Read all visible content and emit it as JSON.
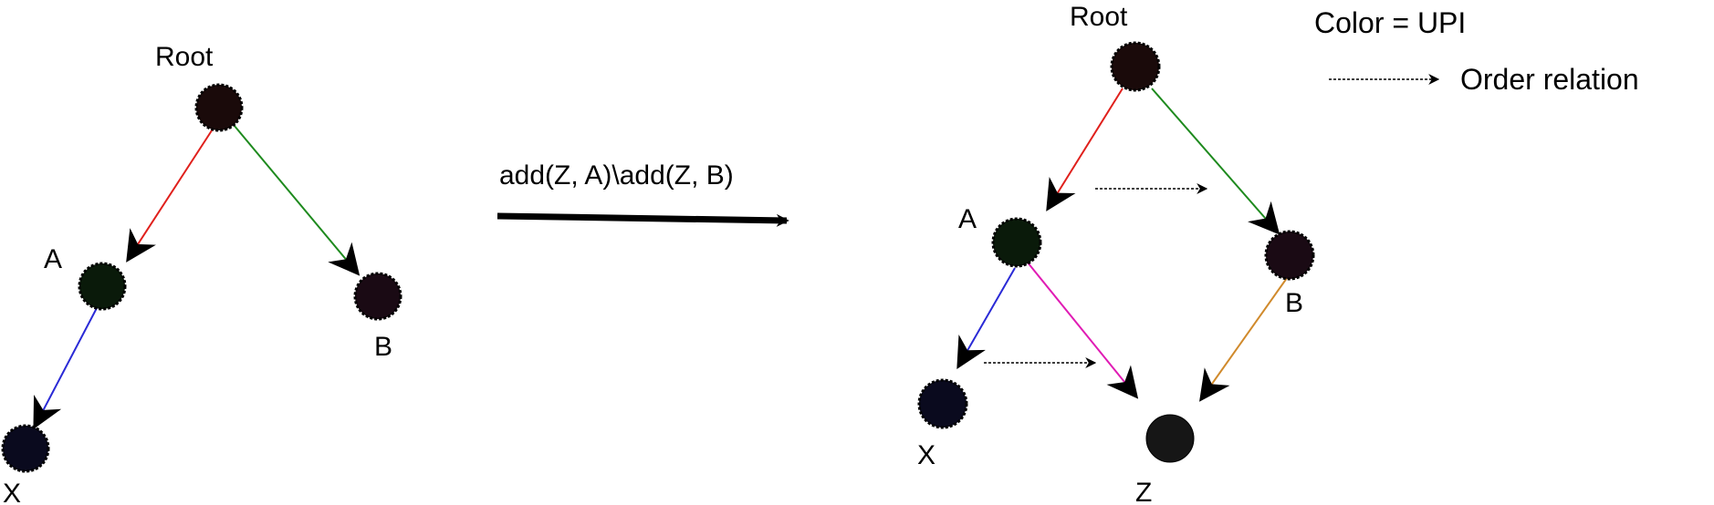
{
  "before": {
    "nodes": {
      "root": {
        "label": "Root",
        "color": "#1a0a0a"
      },
      "a": {
        "label": "A",
        "color": "#0a1a0a"
      },
      "b": {
        "label": "B",
        "color": "#1a0a14"
      },
      "x": {
        "label": "X",
        "color": "#0a0a1e"
      }
    },
    "edges": {
      "root_a": "#e0201c",
      "root_b": "#1e8a1e",
      "a_x": "#2a2ad6"
    }
  },
  "operation": {
    "label": "add(Z, A)\\add(Z, B)"
  },
  "after": {
    "nodes": {
      "root": {
        "label": "Root",
        "color": "#1a0a0a"
      },
      "a": {
        "label": "A",
        "color": "#0a1a0a"
      },
      "b": {
        "label": "B",
        "color": "#1a0a14"
      },
      "x": {
        "label": "X",
        "color": "#0a0a1e"
      },
      "z": {
        "label": "Z",
        "color": "#161616"
      }
    },
    "edges": {
      "root_a": "#e0201c",
      "root_b": "#1e8a1e",
      "a_x": "#2a2ad6",
      "a_z": "#e01cb4",
      "b_z": "#d08a2c"
    }
  },
  "legend": {
    "color_note": "Color = UPI",
    "order_note": "Order relation"
  }
}
